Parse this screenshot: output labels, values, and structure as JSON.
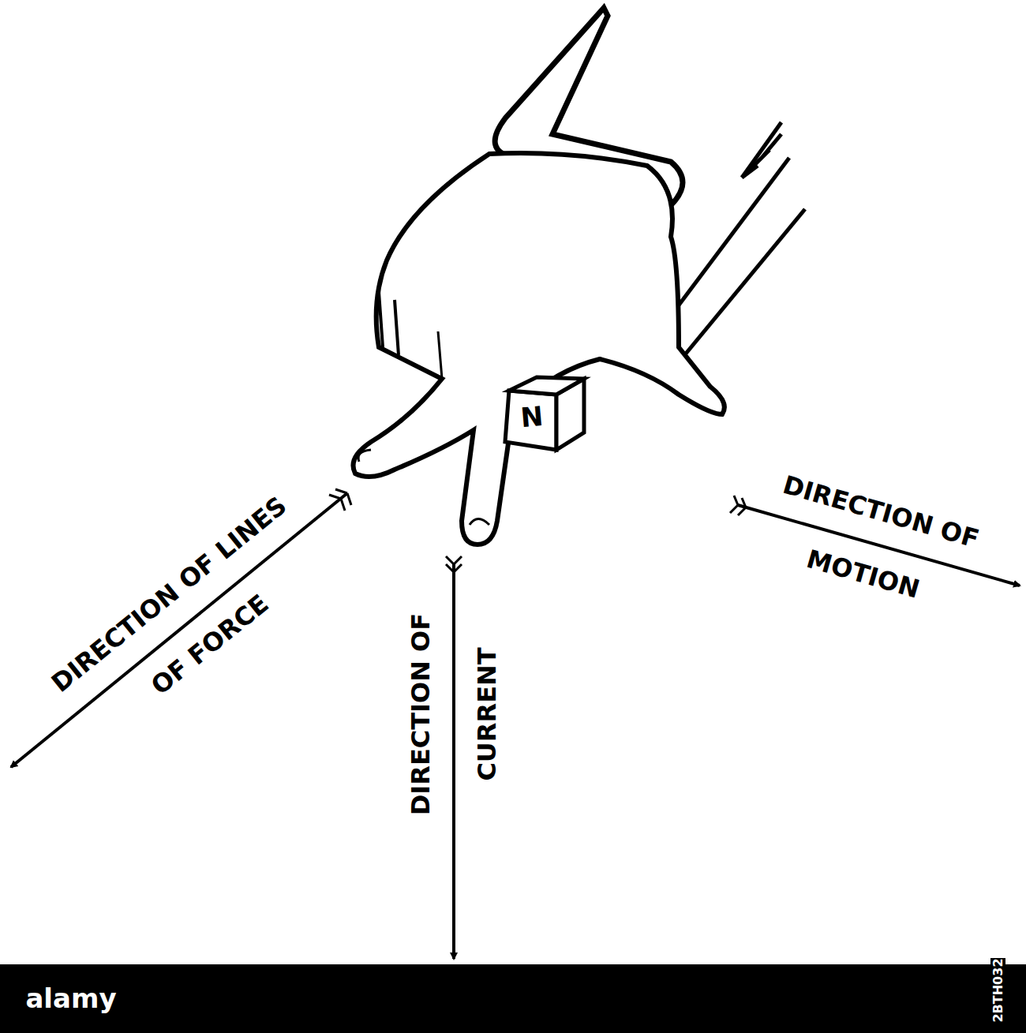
{
  "diagram": {
    "labels": [
      "N",
      "DIRECTION OF LINES OF FORCE",
      "DIRECTION OF CURRENT",
      "DIRECTION OF MOTION",
      "alamy",
      "2BTH032"
    ]
  }
}
